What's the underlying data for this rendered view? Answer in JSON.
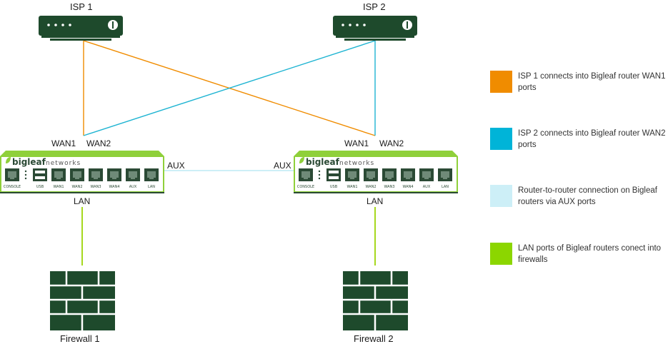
{
  "nodes": {
    "isp1": "ISP 1",
    "isp2": "ISP 2",
    "firewall1": "Firewall 1",
    "firewall2": "Firewall 2"
  },
  "ports": {
    "wan1": "WAN1",
    "wan2": "WAN2",
    "aux": "AUX",
    "lan": "LAN"
  },
  "router": {
    "brand_main": "bigleaf",
    "brand_sub": "networks",
    "port_labels": [
      "CONSOLE",
      "USB",
      "WAN1",
      "WAN2",
      "WAN3",
      "WAN4",
      "AUX",
      "LAN"
    ]
  },
  "legend": [
    {
      "color": "#F08C00",
      "text": "ISP 1 connects into Bigleaf router WAN1 ports"
    },
    {
      "color": "#00B4D8",
      "text": "ISP 2 connects into Bigleaf router WAN2 ports"
    },
    {
      "color": "#CDEFF7",
      "text": "Router-to-router connection on Bigleaf routers via AUX ports"
    },
    {
      "color": "#8CD600",
      "text": "LAN ports of Bigleaf routers conect into firewalls"
    }
  ],
  "colors": {
    "isp1_line": "#F08C00",
    "isp2_line": "#1EB4D2",
    "aux_line": "#CDEFF7",
    "lan_line": "#A6D81E",
    "device_dark": "#1E4A2C",
    "device_green": "#8FD03A"
  }
}
